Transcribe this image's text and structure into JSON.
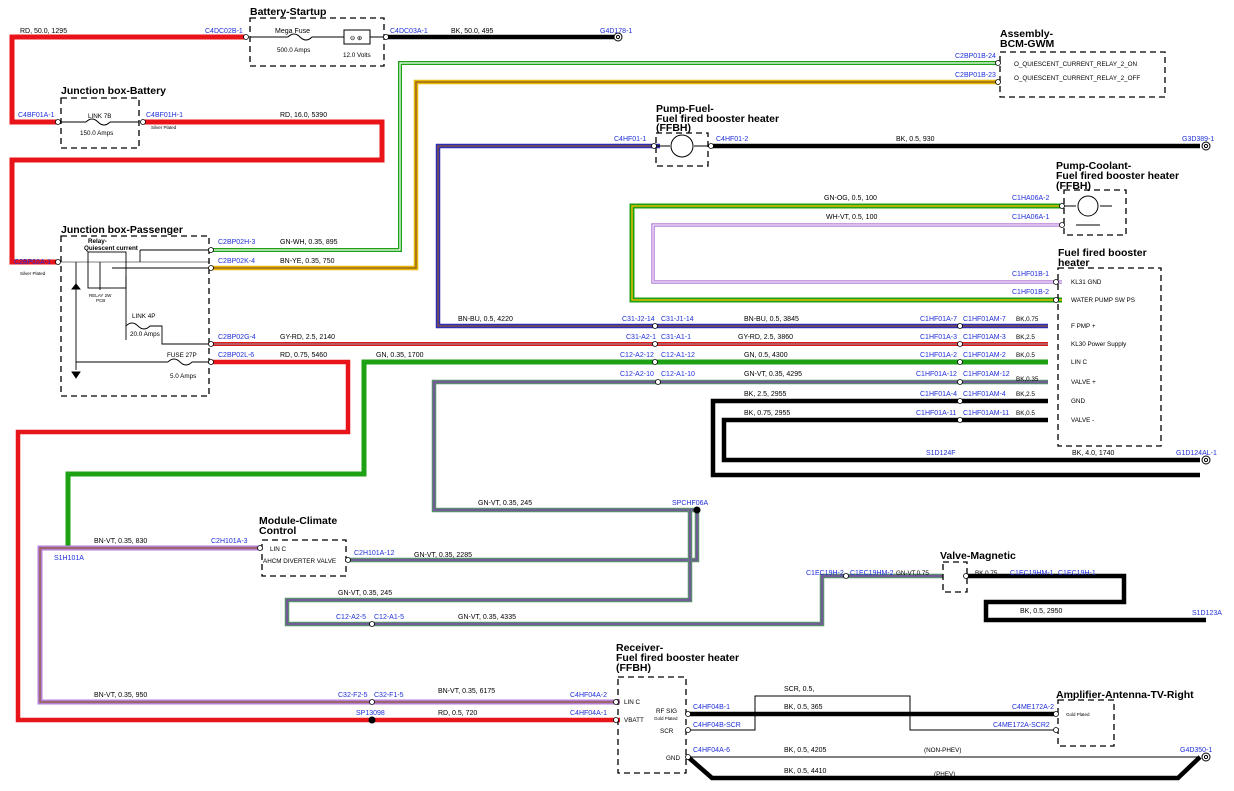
{
  "colors": {
    "red": "#e8141a",
    "black": "#000000",
    "green": "#1ea215",
    "yellow": "#e6b800",
    "purple": "#7c3fb0",
    "violet": "#b57fd8",
    "brown": "#8d5a2b",
    "blue": "#2d2db8",
    "grey": "#8a8a8a",
    "pin_blue": "#1f2fd8"
  },
  "components": {
    "battery_startup": {
      "title": "Battery-Startup",
      "fuse_name": "Mega Fuse",
      "fuse_rating": "500.0 Amps",
      "battery_volts": "12.0 Volts"
    },
    "jb_battery": {
      "title": "Junction box-Battery",
      "link_name": "LINK 7B",
      "link_rating": "150.0 Amps",
      "plating": "Silver Plated"
    },
    "jb_passenger": {
      "title": "Junction box-Passenger",
      "relay_title_1": "Relay-",
      "relay_title_2": "Quiescent current",
      "relay_sub_1": "RELAY 2W",
      "relay_sub_2": "PCB",
      "link_name": "LINK 4P",
      "link_rating": "20.0 Amps",
      "fuse_name": "FUSE 27P",
      "fuse_rating": "5.0 Amps",
      "plating": "Silver Plated"
    },
    "bcm": {
      "title_1": "Assembly-",
      "title_2": "BCM-GWM",
      "sig_on": "O_QUIESCENT_CURRENT_RELAY_2_ON",
      "sig_off": "O_QUIESCENT_CURRENT_RELAY_2_OFF"
    },
    "pump_fuel": {
      "title_1": "Pump-Fuel-",
      "title_2": "Fuel fired booster heater",
      "title_3": "(FFBH)"
    },
    "pump_coolant": {
      "title_1": "Pump-Coolant-",
      "title_2": "Fuel fired booster heater",
      "title_3": "(FFBH)"
    },
    "ffbh": {
      "title_1": "Fuel fired booster",
      "title_2": "heater",
      "pins": [
        "KL31 GND",
        "WATER PUMP SW PS",
        "F PMP +",
        "KL30 Power Supply",
        "LIN C",
        "VALVE +",
        "GND",
        "VALVE -"
      ]
    },
    "climate": {
      "title_1": "Module-Climate",
      "title_2": "Control",
      "pin_1": "LIN C",
      "pin_2": "AHCM DIVERTER VALVE"
    },
    "valve_mag": {
      "title": "Valve-Magnetic"
    },
    "receiver": {
      "title_1": "Receiver-",
      "title_2": "Fuel fired booster heater",
      "title_3": "(FFBH)",
      "pin_lin": "LIN C",
      "pin_vbatt": "VBATT",
      "pin_rf": "RF SIG",
      "plating": "Gold Plated",
      "pin_scr": "SCR",
      "pin_gnd": "GND"
    },
    "amplifier": {
      "title": "Amplifier-Antenna-TV-Right",
      "plating": "Gold Plated"
    }
  },
  "pins": {
    "c4dc02b": "C4DC02B-1",
    "c4dc03a": "C4DC03A-1",
    "g4d178": "G4D178-1",
    "c4bf01a": "C4BF01A-1",
    "c4bf01h": "C4BF01H-1",
    "c2bp02a": "C2BP02A-1",
    "c2bp02h": "C2BP02H-3",
    "c2bp02k": "C2BP02K-4",
    "c2bp02g": "C2BP02G-4",
    "c2bp02l": "C2BP02L-6",
    "c2bp01b24": "C2BP01B-24",
    "c2bp01b23": "C2BP01B-23",
    "c4hf01_1": "C4HF01-1",
    "c4hf01_2": "C4HF01-2",
    "g3d389": "G3D389-1",
    "c1ha06a2": "C1HA06A-2",
    "c1ha06a1": "C1HA06A-1",
    "c1hf01b1": "C1HF01B-1",
    "c1hf01b2": "C1HF01B-2",
    "c31j214": "C31-J2-14",
    "c31j114": "C31-J1-14",
    "c31a21": "C31-A2-1",
    "c31a11": "C31-A1-1",
    "c12a212": "C12-A2-12",
    "c12a112": "C12-A1-12",
    "c12a210": "C12-A2-10",
    "c12a110": "C12-A1-10",
    "c1hf01a7": "C1HF01A-7",
    "c1hf01am7": "C1HF01AM-7",
    "c1hf01a3": "C1HF01A-3",
    "c1hf01am3": "C1HF01AM-3",
    "c1hf01a2": "C1HF01A-2",
    "c1hf01am2": "C1HF01AM-2",
    "c1hf01a12": "C1HF01A-12",
    "c1hf01am12": "C1HF01AM-12",
    "c1hf01a4": "C1HF01A-4",
    "c1hf01am4": "C1HF01AM-4",
    "c1hf01a11": "C1HF01A-11",
    "c1hf01am11": "C1HF01AM-11",
    "s1d124f": "S1D124F",
    "g1d124al": "G1D124AL-1",
    "spchf06a": "SPCHF06A",
    "s1h101a": "S1H101A",
    "c2h101a3": "C2H101A-3",
    "c2h101a12": "C2H101A-12",
    "c1ec19h2": "C1EC19H-2",
    "c1ec19hm2": "C1EC19HM-2",
    "c1ec19hm1": "C1EC19HM-1",
    "c1ec19h1": "C1EC19H-1",
    "c12a25": "C12-A2-5",
    "c12a15": "C12-A1-5",
    "s1d123a": "S1D123A",
    "c32f25": "C32-F2-5",
    "c32f15": "C32-F1-5",
    "sp13098": "SP13098",
    "c4hf04a2": "C4HF04A-2",
    "c4hf04a1": "C4HF04A-1",
    "c4hf04b1": "C4HF04B-1",
    "c4hf04bscr": "C4HF04B-SCR",
    "c4hf04a6": "C4HF04A-6",
    "c4me172a2": "C4ME172A-2",
    "c4me172ascr": "C4ME172A-SCR2",
    "g4d350": "G4D350-1"
  },
  "wires": {
    "w_rd_50_1295": "RD, 50.0, 1295",
    "w_bk_50_495": "BK, 50.0, 495",
    "w_rd_16_5390": "RD, 16.0, 5390",
    "w_gn_wh": "GN-WH, 0.35, 895",
    "w_bn_ye": "BN-YE, 0.35, 750",
    "w_gy_rd_2140": "GY-RD, 2.5, 2140",
    "w_rd_0_75": "RD, 0.75, 5460",
    "w_gn_1700": "GN, 0.35, 1700",
    "w_bk_930": "BK, 0.5, 930",
    "w_gn_og": "GN-OG, 0.5, 100",
    "w_wh_vt": "WH-VT, 0.5, 100",
    "w_bn_bu_4220": "BN-BU, 0.5, 4220",
    "w_bn_bu_3845": "BN-BU, 0.5, 3845",
    "w_gy_rd_3860": "GY-RD, 2.5, 3860",
    "w_gn_4300": "GN, 0.5, 4300",
    "w_gn_vt_4295": "GN-VT, 0.35, 4295",
    "w_bk_2955a": "BK, 2.5, 2955",
    "w_bk_2955b": "BK, 0.75, 2955",
    "w_bk_1740": "BK, 4.0, 1740",
    "w_gn_vt_245a": "GN-VT, 0.35, 245",
    "w_bn_vt_830": "BN-VT, 0.35, 830",
    "w_gn_vt_2285": "GN-VT, 0.35, 2285",
    "w_gn_vt_245b": "GN-VT, 0.35, 245",
    "w_gn_vt_4335": "GN-VT, 0.35, 4335",
    "w_gn_vt_075": "GN-VT,0.75",
    "w_bk_075": "BK,0.75",
    "w_bk_2950": "BK, 0.5, 2950",
    "w_bn_vt_950": "BN-VT, 0.35, 950",
    "w_bn_vt_6175": "BN-VT, 0.35, 6175",
    "w_rd_720": "RD, 0.5, 720",
    "w_scr": "SCR, 0.5,",
    "w_bk_365": "BK, 0.5, 365",
    "w_bk_4205": "BK, 0.5, 4205",
    "w_bk_4410": "BK, 0.5, 4410",
    "w_bk_075_a": "BK,0.75",
    "w_bk_25": "BK,2.5",
    "w_bk_05_a": "BK,0.5",
    "w_bk_035": "BK,0.35",
    "w_bk_25_b": "BK,2.5",
    "w_bk_05_b": "BK,0.5",
    "non_phev": "(NON-PHEV)",
    "phev": "(PHEV)"
  }
}
